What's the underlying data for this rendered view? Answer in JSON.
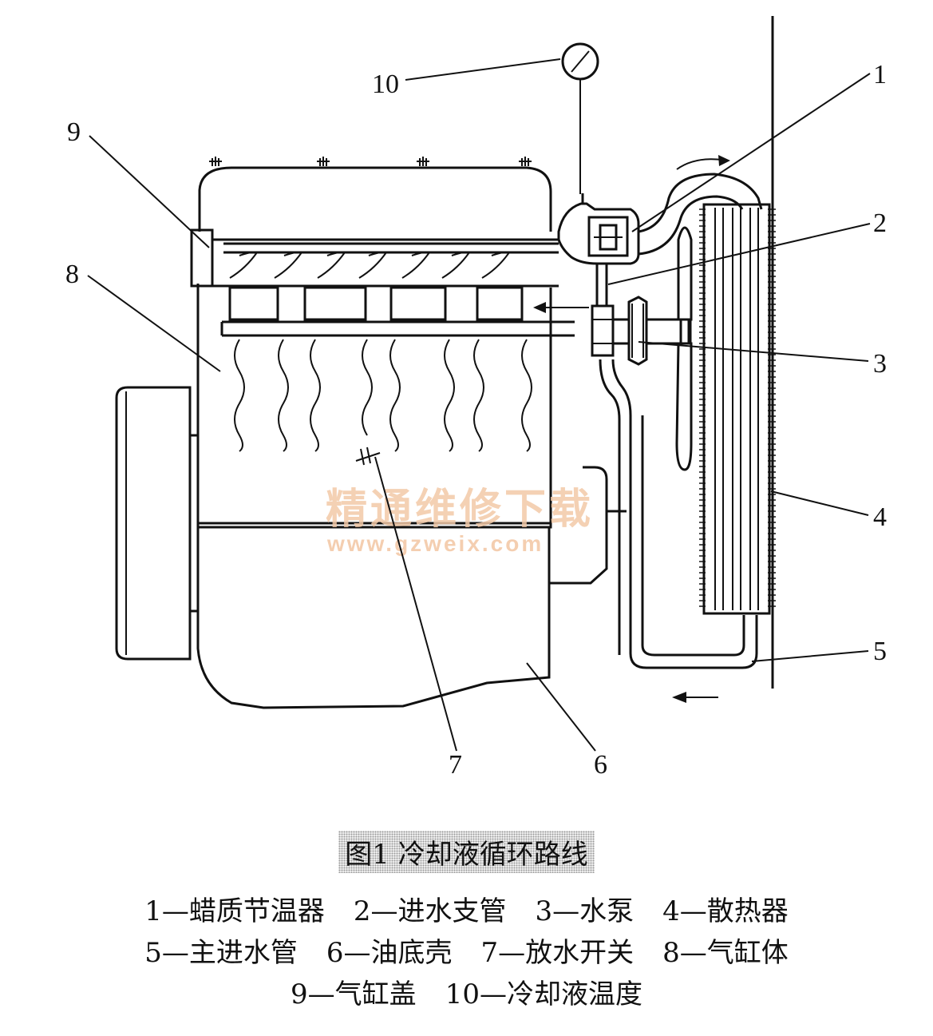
{
  "callouts": {
    "c1": "1",
    "c2": "2",
    "c3": "3",
    "c4": "4",
    "c5": "5",
    "c6": "6",
    "c7": "7",
    "c8": "8",
    "c9": "9",
    "c10": "10"
  },
  "watermark": {
    "chinese": "精通维修下载",
    "url": "www.gzweix.com"
  },
  "caption": {
    "title": "图1   冷却液循环路线",
    "legend_row1": [
      "1—蜡质节温器",
      "2—进水支管",
      "3—水泵",
      "4—散热器"
    ],
    "legend_row2": [
      "5—主进水管",
      "6—油底壳",
      "7—放水开关",
      "8—气缸体"
    ],
    "legend_row3": [
      "9—气缸盖",
      "10—冷却液温度"
    ]
  }
}
